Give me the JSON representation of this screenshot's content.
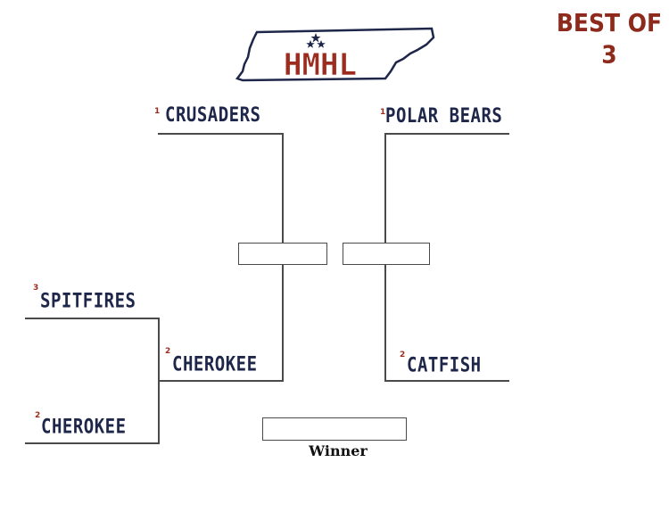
{
  "logo": {
    "text": "HMHL",
    "colors": {
      "outline": "#1e2749",
      "text": "#9b2c1f"
    }
  },
  "format": {
    "line1": "BEST OF",
    "line2": "3"
  },
  "bracket": {
    "left": {
      "top_team": {
        "seed": "1",
        "name": "CRUSADERS"
      },
      "quarter_top": {
        "seed": "3",
        "name": "SPITFIRES"
      },
      "quarter_bottom": {
        "seed": "2",
        "name": "CHEROKEE"
      },
      "quarter_winner": {
        "seed": "2",
        "name": "CHEROKEE"
      }
    },
    "right": {
      "top_team": {
        "seed": "1",
        "name": "POLAR BEARS"
      },
      "bottom_team": {
        "seed": "2",
        "name": "CATFISH"
      }
    }
  },
  "winner_label": "Winner",
  "colors": {
    "team_text": "#1e2749",
    "seed": "#9b2c1f",
    "format": "#8e2a1c",
    "lines": "#4a4a4a"
  }
}
